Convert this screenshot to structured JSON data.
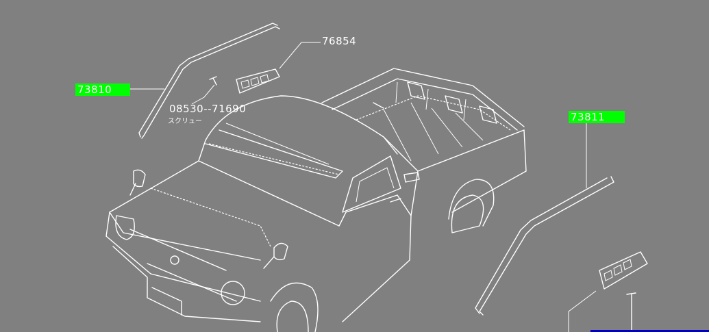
{
  "labels": {
    "part_73810": "73810",
    "part_73811": "73811",
    "part_76854": "76854",
    "part_08530": "08530--71690",
    "screw_kana": "スクリュー"
  },
  "colors": {
    "background": "#808080",
    "line": "#ffffff",
    "highlight": "#00ff00",
    "link_bar": "#0000cc"
  }
}
